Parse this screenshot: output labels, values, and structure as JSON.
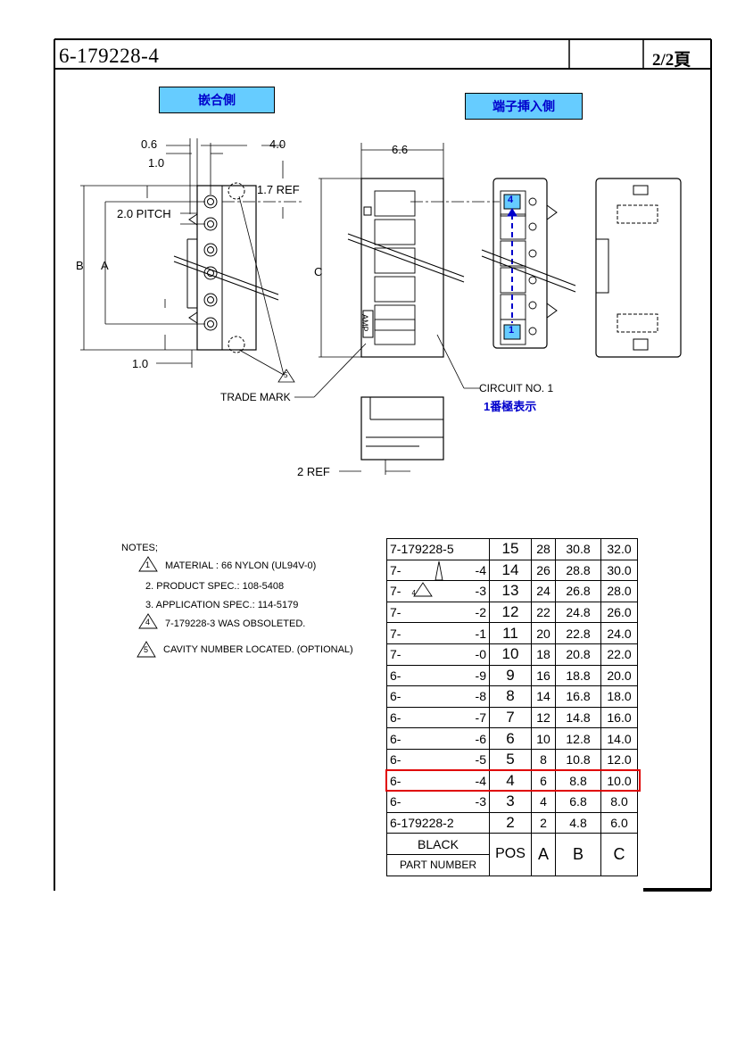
{
  "header": {
    "part_number": "6-179228-4",
    "page": "2/2頁"
  },
  "views": {
    "mating_side_label": "嵌合側",
    "terminal_insert_side_label": "端子挿入側"
  },
  "dimensions": {
    "d_0_6": "0.6",
    "d_4_0": "4.0",
    "d_1_0_top": "1.0",
    "d_1_7_ref": "1.7  REF",
    "d_2_0_pitch": "2.0  PITCH",
    "d_b": "B",
    "d_a": "A",
    "d_1_0_bottom": "1.0",
    "d_6_6": "6.6",
    "d_c": "C",
    "d_2_ref": "2  REF",
    "trade_mark": "TRADE  MARK",
    "circuit_no": "CIRCUIT  NO.  1",
    "circuit_no_jp": "1番極表示",
    "cavity_4": "4",
    "cavity_1": "1",
    "amp_mark": "AMP",
    "triangle_5": "5"
  },
  "notes": {
    "heading": "NOTES;",
    "items": [
      {
        "mark": "1",
        "text": "MATERIAL  :  66  NYLON  (UL94V-0)"
      },
      {
        "mark": "",
        "text": "2.  PRODUCT  SPEC.:  108-5408"
      },
      {
        "mark": "",
        "text": "3.  APPLICATION  SPEC.:  114-5179"
      },
      {
        "mark": "4",
        "text": "7-179228-3  WAS  OBSOLETED."
      },
      {
        "mark": "5",
        "text": "CAVITY  NUMBER  LOCATED.  (OPTIONAL)"
      }
    ]
  },
  "table": {
    "rows": [
      {
        "p1": "7-179228-5",
        "p2": "",
        "pos": "15",
        "a": "28",
        "b": "30.8",
        "c": "32.0"
      },
      {
        "p1": "7-",
        "p2": "-4",
        "pos": "14",
        "a": "26",
        "b": "28.8",
        "c": "30.0"
      },
      {
        "p1": "7-",
        "p2": "-3",
        "pos": "13",
        "a": "24",
        "b": "26.8",
        "c": "28.0"
      },
      {
        "p1": "7-",
        "p2": "-2",
        "pos": "12",
        "a": "22",
        "b": "24.8",
        "c": "26.0"
      },
      {
        "p1": "7-",
        "p2": "-1",
        "pos": "11",
        "a": "20",
        "b": "22.8",
        "c": "24.0"
      },
      {
        "p1": "7-",
        "p2": "-0",
        "pos": "10",
        "a": "18",
        "b": "20.8",
        "c": "22.0"
      },
      {
        "p1": "6-",
        "p2": "-9",
        "pos": "9",
        "a": "16",
        "b": "18.8",
        "c": "20.0"
      },
      {
        "p1": "6-",
        "p2": "-8",
        "pos": "8",
        "a": "14",
        "b": "16.8",
        "c": "18.0"
      },
      {
        "p1": "6-",
        "p2": "-7",
        "pos": "7",
        "a": "12",
        "b": "14.8",
        "c": "16.0"
      },
      {
        "p1": "6-",
        "p2": "-6",
        "pos": "6",
        "a": "10",
        "b": "12.8",
        "c": "14.0"
      },
      {
        "p1": "6-",
        "p2": "-5",
        "pos": "5",
        "a": "8",
        "b": "10.8",
        "c": "12.0"
      },
      {
        "p1": "6-",
        "p2": "-4",
        "pos": "4",
        "a": "6",
        "b": "8.8",
        "c": "10.0"
      },
      {
        "p1": "6-",
        "p2": "-3",
        "pos": "3",
        "a": "4",
        "b": "6.8",
        "c": "8.0"
      },
      {
        "p1": "6-179228-2",
        "p2": "",
        "pos": "2",
        "a": "2",
        "b": "4.8",
        "c": "6.0"
      }
    ],
    "footer": {
      "color": "BLACK",
      "part_number_label": "PART  NUMBER",
      "pos": "POS",
      "a": "A",
      "b": "B",
      "c": "C"
    },
    "row_4_mark": "4"
  },
  "colors": {
    "label_fill": "#66ccff",
    "label_text": "#0000cc",
    "highlight": "#e00000"
  }
}
